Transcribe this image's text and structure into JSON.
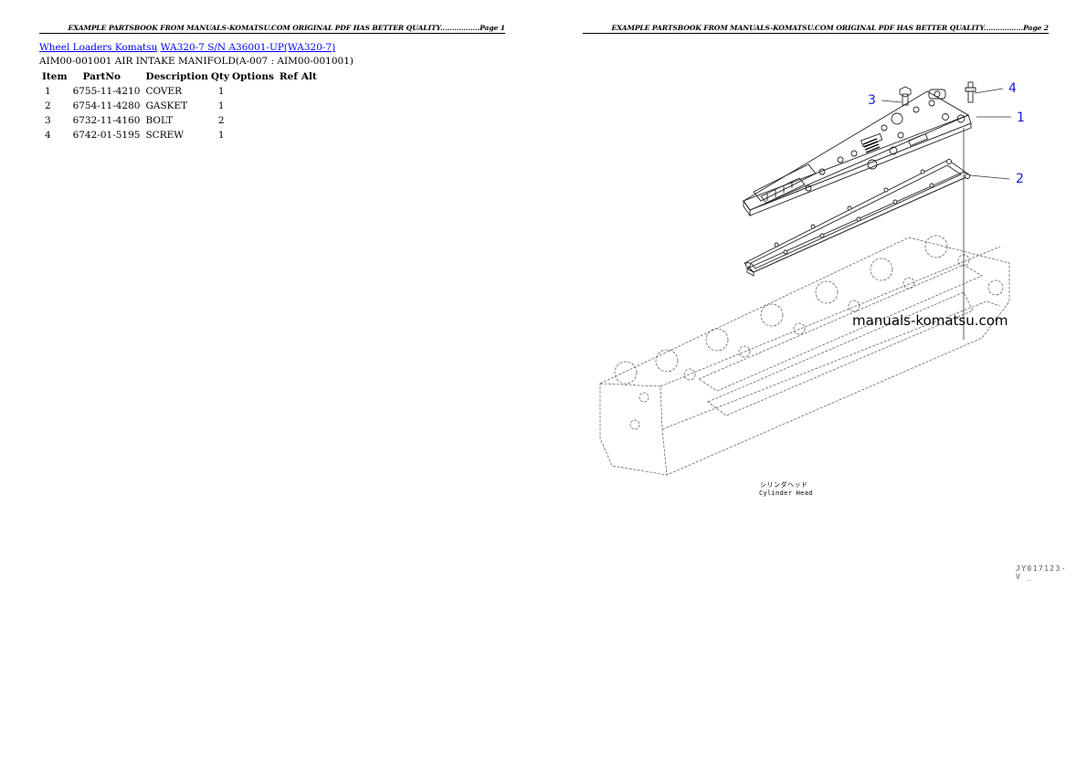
{
  "page1": {
    "header": "EXAMPLE PARTSBOOK FROM MANUALS-KOMATSU.COM ORIGINAL PDF HAS BETTER QUALITY.................Page 1",
    "breadcrumb": [
      {
        "label": "Wheel Loaders Komatsu"
      },
      {
        "label": "WA320-7 S/N A36001-UP(WA320-7)"
      }
    ],
    "title": "AIM00-001001 AIR INTAKE MANIFOLD(A-007 : AIM00-001001)",
    "table": {
      "headers": [
        "Item",
        "PartNo",
        "Description",
        "Qty",
        "Options",
        "Ref",
        "Alt"
      ],
      "rows": [
        {
          "item": "1",
          "partno": "6755-11-4210",
          "description": "COVER",
          "qty": "1"
        },
        {
          "item": "2",
          "partno": "6754-11-4280",
          "description": "GASKET",
          "qty": "1"
        },
        {
          "item": "3",
          "partno": "6732-11-4160",
          "description": "BOLT",
          "qty": "2"
        },
        {
          "item": "4",
          "partno": "6742-01-5195",
          "description": "SCREW",
          "qty": "1"
        }
      ]
    }
  },
  "page2": {
    "header": "EXAMPLE PARTSBOOK FROM MANUALS-KOMATSU.COM ORIGINAL PDF HAS BETTER QUALITY.................Page 2",
    "drawing": {
      "watermark": "manuals-komatsu.com",
      "callouts": [
        "1",
        "2",
        "3",
        "4"
      ],
      "caption_jp": "シリンダヘッド",
      "caption_en": "Cylinder Head",
      "code": "JY017123-V _",
      "callout_color": "#1a1adf"
    }
  }
}
